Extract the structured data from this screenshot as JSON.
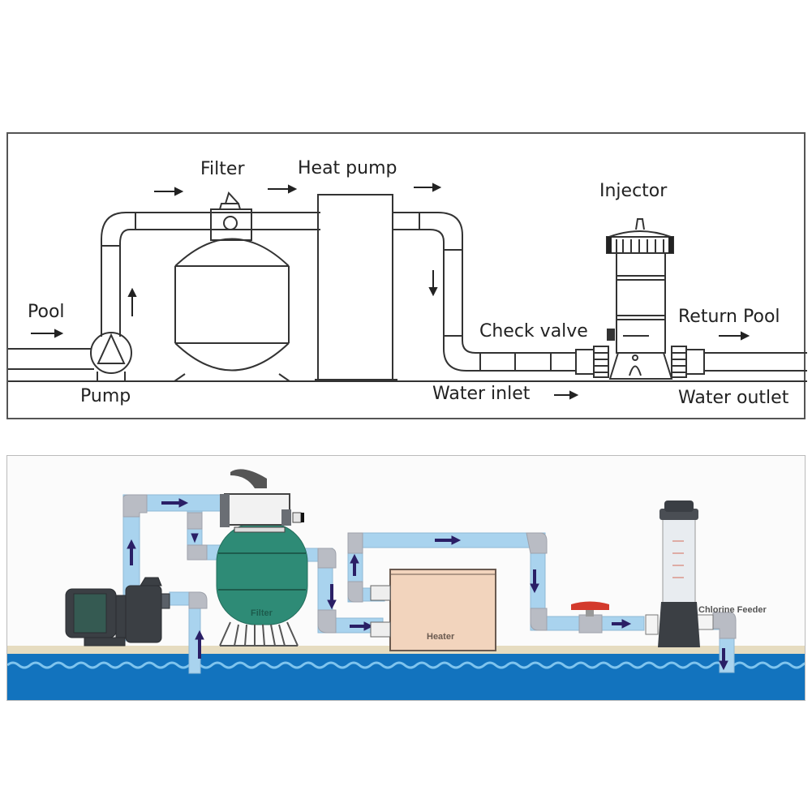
{
  "top_diagram": {
    "style": "line-drawing",
    "labels": {
      "pool": "Pool",
      "pump": "Pump",
      "filter": "Filter",
      "heat_pump": "Heat pump",
      "injector": "Injector",
      "check_valve": "Check valve",
      "return_pool": "Return Pool",
      "water_inlet": "Water inlet",
      "water_outlet": "Water outlet"
    },
    "flow_arrows": [
      "right",
      "up",
      "right",
      "right",
      "right",
      "down",
      "right",
      "right"
    ]
  },
  "bottom_diagram": {
    "style": "color-illustration",
    "labels": {
      "filter": "Filter",
      "heater": "Heater",
      "chlorine_feeder": "Chlorine Feeder"
    },
    "colors": {
      "pipe": "#a9d3ee",
      "elbow": "#b9bcc4",
      "arrow": "#2a1f66",
      "filter_tank": "#2e8b76",
      "heater_body": "#f2d4bd",
      "valve_handle": "#d33a2c",
      "pool_water": "#1273be",
      "pool_deck": "#e6dcc0",
      "wave": "#7fc4ee",
      "pump_body": "#3b3f44"
    }
  }
}
